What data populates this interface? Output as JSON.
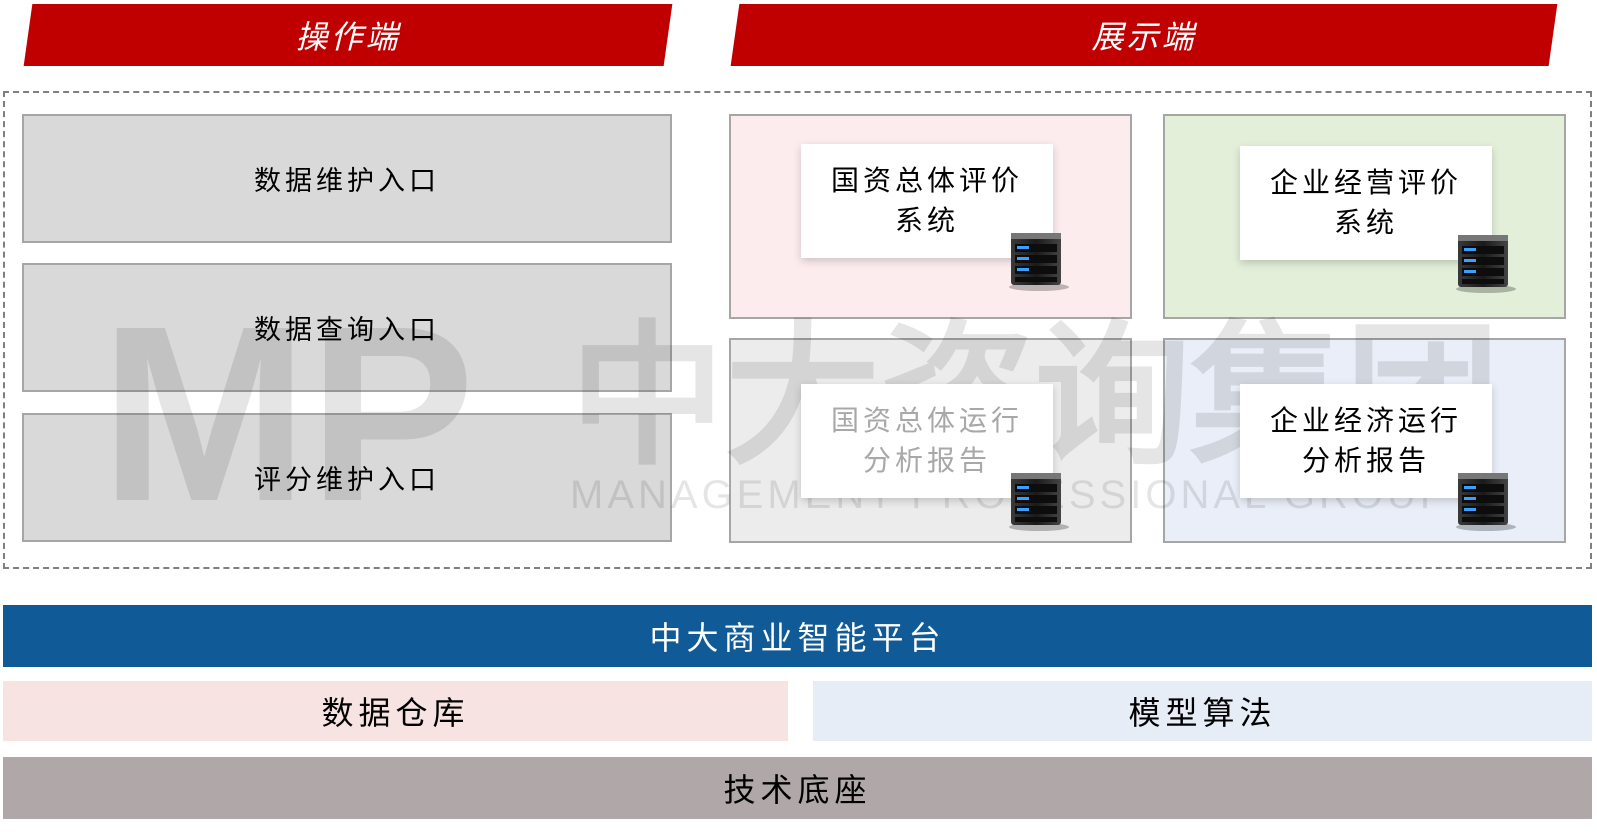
{
  "headers": {
    "operation": "操作端",
    "display": "展示端"
  },
  "entries": [
    "数据维护入口",
    "数据查询入口",
    "评分维护入口"
  ],
  "panels": [
    {
      "line1": "国资总体评价",
      "line2": "系统",
      "bg": "#fcecee"
    },
    {
      "line1": "企业经营评价",
      "line2": "系统",
      "bg": "#e3efd9"
    },
    {
      "line1": "国资总体运行",
      "line2": "分析报告",
      "bg": "#ececec"
    },
    {
      "line1": "企业经济运行",
      "line2": "分析报告",
      "bg": "#e9eef8"
    }
  ],
  "watermark": {
    "logo": "MP",
    "name": "中大咨询集团",
    "english": "MANAGEMENT PROFESSIONAL GROUP"
  },
  "platform": "中大商业智能平台",
  "warehouse": "数据仓库",
  "model": "模型算法",
  "base": "技术底座",
  "colors": {
    "header_red": "#c00000",
    "platform_blue": "#0f5a97",
    "base_gray": "#b0a8a8"
  }
}
